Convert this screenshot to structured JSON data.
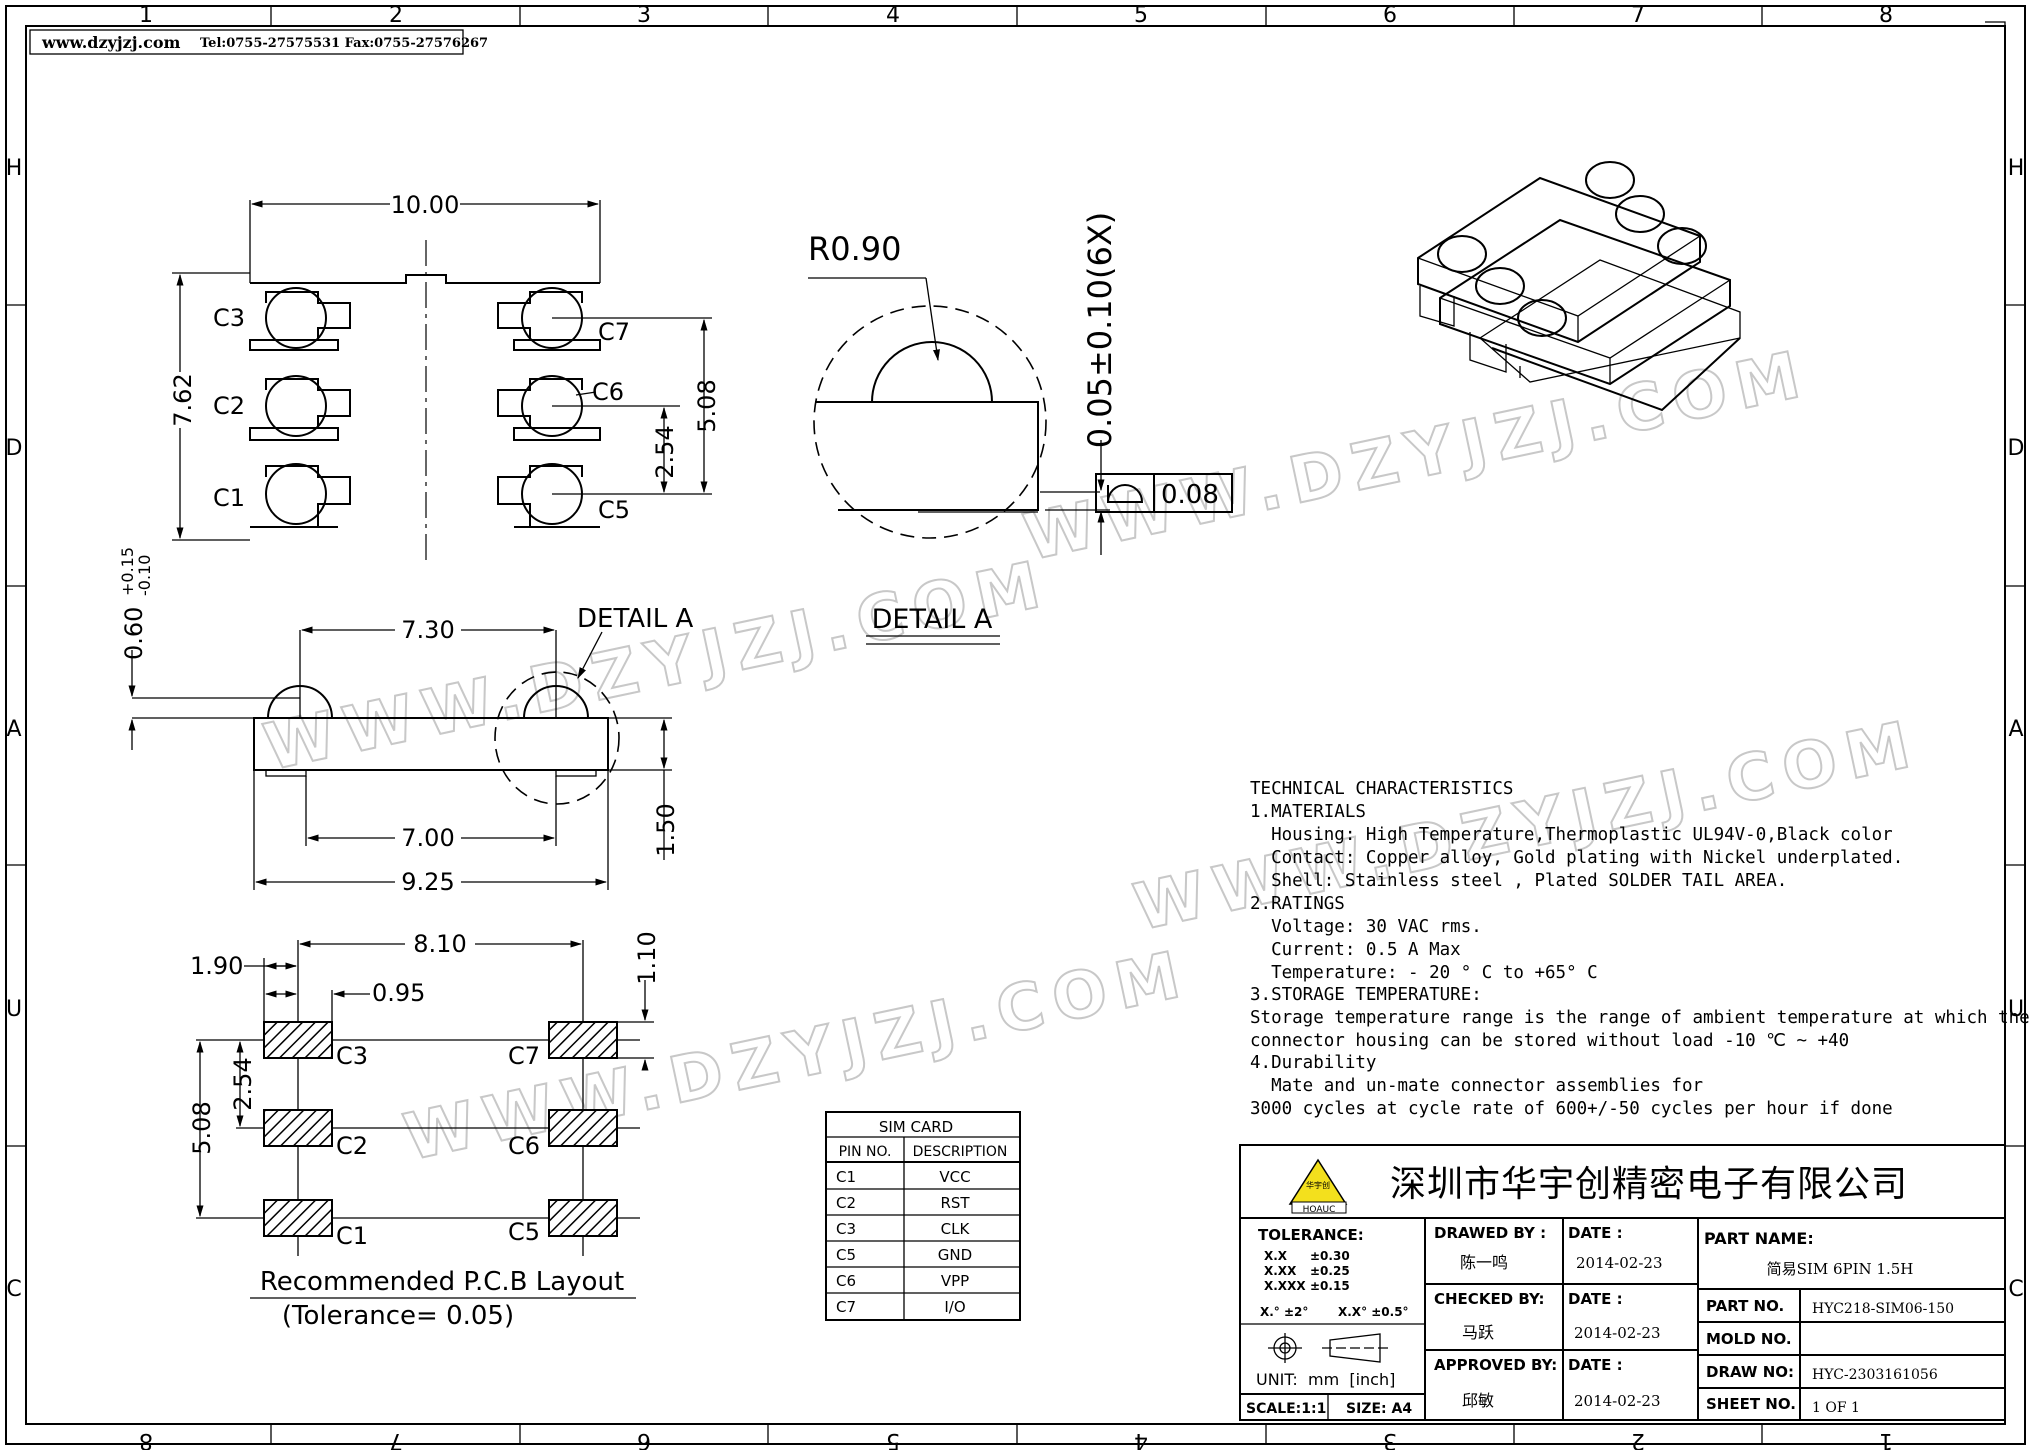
{
  "header": {
    "website": "www.dzyjzj.com",
    "contact": "Tel:0755-27575531  Fax:0755-27576267"
  },
  "grid": {
    "columns_top": [
      "1",
      "2",
      "3",
      "4",
      "5",
      "6",
      "7",
      "8"
    ],
    "columns_bottom": [
      "8",
      "7",
      "6",
      "5",
      "4",
      "3",
      "2",
      "1"
    ],
    "rows": [
      "H",
      "D",
      "A",
      "U",
      "C"
    ]
  },
  "watermark": "WWW.DZYJZJ.COM",
  "top_view": {
    "width_dim": "10.00",
    "height_dim": "7.62",
    "pitch_dim": "2.54",
    "span_dim": "5.08",
    "pins_left": [
      "C3",
      "C2",
      "C1"
    ],
    "pins_right": [
      "C7",
      "C6",
      "C5"
    ]
  },
  "detail": {
    "radius": "R0.90",
    "coplanarity": "0.05±0.10(6X)",
    "tolerance_box": "0.08",
    "label": "DETAIL  A"
  },
  "side_view": {
    "contact_span": "7.30",
    "detail_callout": "DETAIL  A",
    "contact_height": "0.60",
    "contact_height_tol_upper": "+0.15",
    "contact_height_tol_lower": "-0.10",
    "tail_span": "7.00",
    "body_length": "9.25",
    "body_height": "1.50"
  },
  "pcb_layout": {
    "pad_span": "8.10",
    "pad_width": "1.90",
    "pad_offset": "0.95",
    "pad_height": "1.10",
    "pitch": "2.54",
    "span": "5.08",
    "pads_left": [
      "C3",
      "C2",
      "C1"
    ],
    "pads_right": [
      "C7",
      "C6",
      "C5"
    ],
    "caption": "Recommended P.C.B Layout",
    "tolerance": "(Tolerance= 0.05)"
  },
  "sim_table": {
    "title": "SIM CARD",
    "headers": [
      "PIN NO.",
      "DESCRIPTION"
    ],
    "rows": [
      [
        "C1",
        "VCC"
      ],
      [
        "C2",
        "RST"
      ],
      [
        "C3",
        "CLK"
      ],
      [
        "C5",
        "GND"
      ],
      [
        "C6",
        "VPP"
      ],
      [
        "C7",
        "I/O"
      ]
    ]
  },
  "tech": {
    "lines": [
      "TECHNICAL CHARACTERISTICS",
      "1.MATERIALS",
      "  Housing: High Temperature,Thermoplastic UL94V-0,Black color",
      "  Contact: Copper alloy, Gold plating with Nickel underplated.",
      "  Shell: Stainless steel , Plated SOLDER TAIL AREA.",
      "2.RATINGS",
      "  Voltage: 30 VAC rms.",
      "  Current: 0.5 A Max",
      "  Temperature: - 20 ° C to +65° C",
      "3.STORAGE TEMPERATURE:",
      "Storage temperature range is the range of ambient temperature at which the",
      "connector housing can be stored without load -10 ℃ ~ +40",
      "4.Durability",
      "  Mate and un-mate connector assemblies for",
      "3000 cycles at cycle rate of 600+/-50 cycles per hour if done"
    ]
  },
  "title_block": {
    "company": "深圳市华宇创精密电子有限公司",
    "logo_text": "HOAUC",
    "logo_cn": "华宇创",
    "tolerance_label": "TOLERANCE:",
    "tolerances": [
      [
        "X.X",
        "±0.30"
      ],
      [
        "X.XX",
        "±0.25"
      ],
      [
        "X.XXX",
        "±0.15"
      ]
    ],
    "angle_tol_1": "X.° ±2°",
    "angle_tol_2": "X.X° ±0.5°",
    "unit": "UNIT:  mm  [inch]",
    "scale": "SCALE:1:1",
    "size": "SIZE: A4",
    "drawn_by_label": "DRAWED BY :",
    "drawn_by": "陈一鸣",
    "checked_by_label": "CHECKED BY:",
    "checked_by": "马跃",
    "approved_by_label": "APPROVED BY:",
    "approved_by": "邱敏",
    "date_label": "DATE :",
    "date_1": "2014-02-23",
    "date_2": "2014-02-23",
    "date_3": "2014-02-23",
    "part_name_label": "PART NAME:",
    "part_name": "简易SIM 6PIN 1.5H",
    "part_no_label": "PART NO.",
    "part_no": "HYC218-SIM06-150",
    "mold_no_label": "MOLD NO.",
    "mold_no": "",
    "draw_no_label": "DRAW NO:",
    "draw_no": "HYC-2303161056",
    "sheet_no_label": "SHEET NO.",
    "sheet_no": "1 OF 1"
  }
}
